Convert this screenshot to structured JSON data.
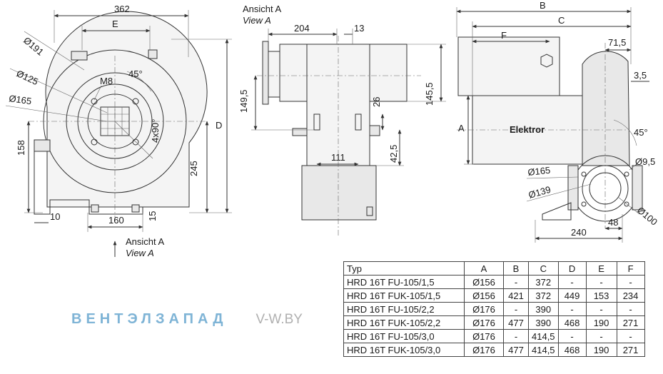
{
  "left_view": {
    "dims": {
      "width_total": "362",
      "e": "E",
      "d": "D",
      "h245": "245",
      "h158": "158",
      "w160": "160",
      "w10": "10",
      "h15": "15",
      "d191": "Ø191",
      "d125": "Ø125",
      "d165": "Ø165",
      "m8": "M8",
      "angle45": "45°",
      "angle4x90": "4x90°"
    },
    "ansicht_label": "Ansicht A",
    "view_label": "View A"
  },
  "middle_view": {
    "ansicht_label": "Ansicht A",
    "view_label": "View A",
    "dims": {
      "w204": "204",
      "w13": "13",
      "h149_5": "149,5",
      "h145_5": "145,5",
      "h26": "26",
      "h42_5": "42,5",
      "w111": "111"
    }
  },
  "right_view": {
    "dims": {
      "b": "B",
      "c": "C",
      "f": "F",
      "a": "A",
      "w71_5": "71,5",
      "w3_5": "3,5",
      "angle45": "45°",
      "d9_5": "Ø9,5",
      "d165": "Ø165",
      "d139": "Ø139",
      "d100": "Ø100",
      "w48": "48",
      "w240": "240"
    },
    "motor_label": "Elektror"
  },
  "brand": {
    "name": "ВЕНТЭЛЗАПАД",
    "site": "V-W.BY"
  },
  "table": {
    "headers": [
      "Typ",
      "A",
      "B",
      "C",
      "D",
      "E",
      "F"
    ],
    "rows": [
      [
        "HRD 16T FU-105/1,5",
        "Ø156",
        "-",
        "372",
        "-",
        "-",
        "-"
      ],
      [
        "HRD 16T FUK-105/1,5",
        "Ø156",
        "421",
        "372",
        "449",
        "153",
        "234"
      ],
      [
        "HRD 16T FU-105/2,2",
        "Ø176",
        "-",
        "390",
        "-",
        "-",
        "-"
      ],
      [
        "HRD 16T FUK-105/2,2",
        "Ø176",
        "477",
        "390",
        "468",
        "190",
        "271"
      ],
      [
        "HRD 16T FU-105/3,0",
        "Ø176",
        "-",
        "414,5",
        "-",
        "-",
        "-"
      ],
      [
        "HRD 16T FUK-105/3,0",
        "Ø176",
        "477",
        "414,5",
        "468",
        "190",
        "271"
      ]
    ]
  }
}
